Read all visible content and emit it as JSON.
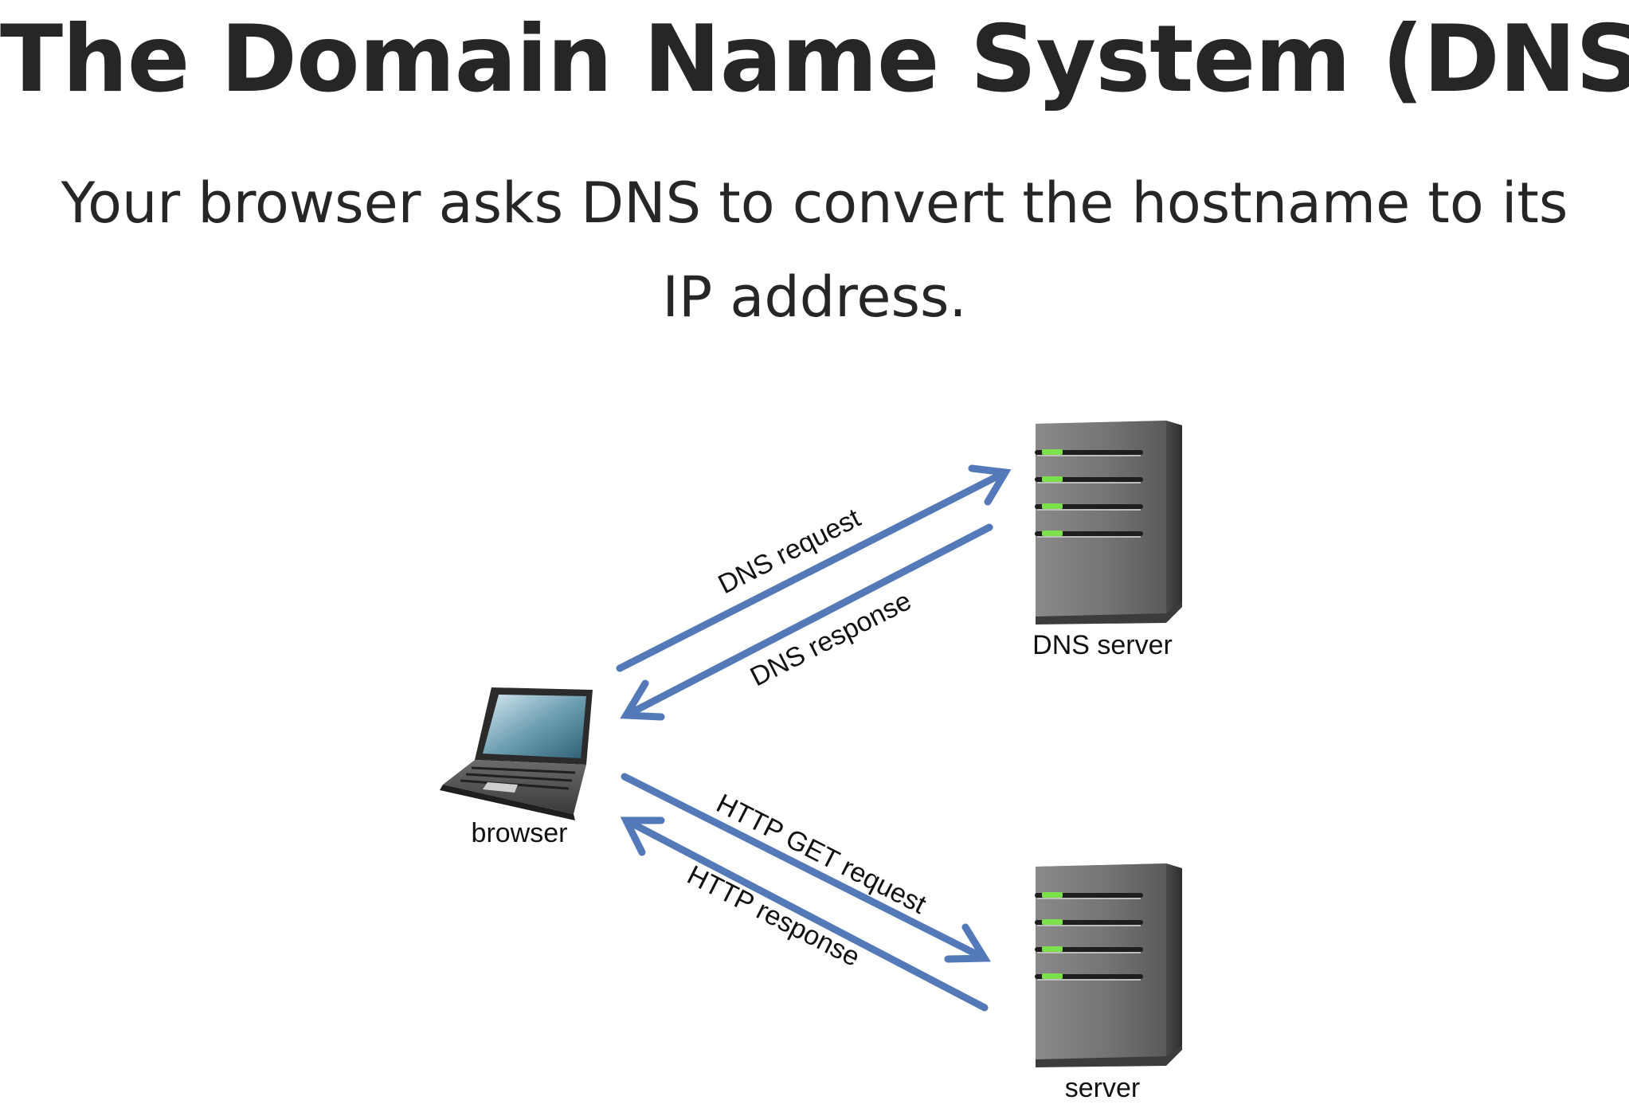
{
  "title": "The Domain Name System (DNS)",
  "subtitle": "Your browser asks DNS to convert the hostname to its IP address.",
  "nodes": {
    "browser": {
      "label": "browser",
      "icon": "laptop-icon"
    },
    "dns_server": {
      "label": "DNS server",
      "icon": "server-icon"
    },
    "web_server": {
      "label": "server",
      "icon": "server-icon"
    }
  },
  "edges": {
    "dns_request": {
      "label": "DNS request"
    },
    "dns_response": {
      "label": "DNS response"
    },
    "http_request": {
      "label": "HTTP GET request"
    },
    "http_response": {
      "label": "HTTP response"
    }
  },
  "colors": {
    "arrow": "#5479b8",
    "server_led": "#7ce04a",
    "text": "#262626"
  }
}
